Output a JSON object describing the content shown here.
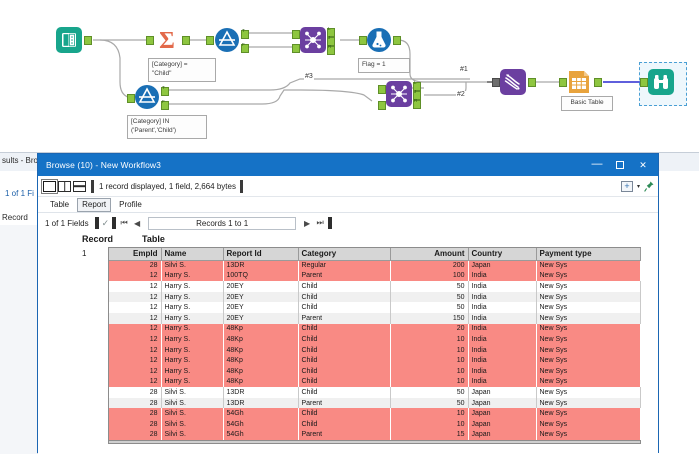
{
  "workflow": {
    "tools": [
      {
        "name": "input-data-tool",
        "icon": "book-icon",
        "label": ""
      },
      {
        "name": "summarize-tool",
        "icon": "sigma-icon",
        "label": ""
      },
      {
        "name": "filter-tool-top",
        "icon": "filter-icon",
        "label": "[Category] =\n\"Child\""
      },
      {
        "name": "join-tool-top",
        "icon": "join-icon",
        "label": ""
      },
      {
        "name": "formula-tool",
        "icon": "flask-icon",
        "label": "Flag = 1"
      },
      {
        "name": "filter-tool-bottom",
        "icon": "filter-icon",
        "label": "[Category] IN\n('Parent','Child')"
      },
      {
        "name": "join-tool-bottom",
        "icon": "join-icon",
        "label": ""
      },
      {
        "name": "union-tool",
        "icon": "union-icon",
        "label": ""
      },
      {
        "name": "table-tool",
        "icon": "table-icon",
        "label": "Basic Table"
      },
      {
        "name": "browse-tool",
        "icon": "binoculars-icon",
        "label": ""
      }
    ],
    "annotations": {
      "filter_top": "[Category] =\n\"Child\"",
      "formula": "Flag = 1",
      "filter_bottom": "[Category] IN\n('Parent','Child')",
      "table": "Basic Table"
    },
    "connection_labels": [
      "#1",
      "#2",
      "#3"
    ],
    "join_ports": [
      "L",
      "J",
      "R"
    ],
    "filter_ports": [
      "T",
      "F"
    ],
    "colors": {
      "input": "#18a58c",
      "summarize": "#e2694a",
      "filter": "#1a6fb5",
      "join": "#6b3fa0",
      "formula": "#1a6fb5",
      "union": "#6b3fa0",
      "table": "#e8a33d",
      "browse": "#18a58c",
      "port": "#8ec640",
      "selection": "#4a9fd4"
    }
  },
  "background_window": {
    "title": "sults - Brow",
    "sub_label": "1 of 1 Fi",
    "record_label": "Record"
  },
  "browse_window": {
    "title": "Browse (10) - New Workflow3",
    "window_buttons": {
      "minimize": "—",
      "maximize": "❐",
      "close": "✕"
    },
    "toolbar": {
      "layout_single": "single-pane-layout",
      "layout_vertical": "vertical-split-layout",
      "layout_horizontal": "horizontal-split-layout",
      "status": "1 record displayed, 1 field, 2,664 bytes",
      "grid_button": "add-grid-button",
      "grid_caret": "▾",
      "pin_button": "pin-icon"
    },
    "tabs": [
      {
        "label": "Table",
        "active": false
      },
      {
        "label": "Report",
        "active": true
      },
      {
        "label": "Profile",
        "active": false
      }
    ],
    "navigation": {
      "field_count": "1 of 1 Fields",
      "check": "✓",
      "first": "❘◀",
      "prev": "◀",
      "record_range": "Records 1 to 1",
      "next": "▶",
      "last": "▶❘"
    },
    "report": {
      "columns": [
        "Record",
        "Table"
      ],
      "record_number": "1"
    }
  },
  "table_data": {
    "type": "table",
    "headers": [
      "Empld",
      "Name",
      "Report Id",
      "Category",
      "Amount",
      "Country",
      "Payment type"
    ],
    "rows": [
      {
        "style": "hl",
        "cells": [
          "28",
          "Silvi S.",
          "13DR",
          "Regular",
          "200",
          "Japan",
          "New Sys"
        ]
      },
      {
        "style": "hl",
        "cells": [
          "12",
          "Harry S.",
          "100TQ",
          "Parent",
          "100",
          "India",
          "New Sys"
        ]
      },
      {
        "style": "white",
        "cells": [
          "12",
          "Harry S.",
          "20EY",
          "Child",
          "50",
          "India",
          "New Sys"
        ]
      },
      {
        "style": "alt",
        "cells": [
          "12",
          "Harry S.",
          "20EY",
          "Child",
          "50",
          "India",
          "New Sys"
        ]
      },
      {
        "style": "white",
        "cells": [
          "12",
          "Harry S.",
          "20EY",
          "Child",
          "50",
          "India",
          "New Sys"
        ]
      },
      {
        "style": "alt",
        "cells": [
          "12",
          "Harry S.",
          "20EY",
          "Parent",
          "150",
          "India",
          "New Sys"
        ]
      },
      {
        "style": "hl",
        "cells": [
          "12",
          "Harry S.",
          "48Kp",
          "Child",
          "20",
          "India",
          "New Sys"
        ]
      },
      {
        "style": "hl",
        "cells": [
          "12",
          "Harry S.",
          "48Kp",
          "Child",
          "10",
          "India",
          "New Sys"
        ]
      },
      {
        "style": "hl",
        "cells": [
          "12",
          "Harry S.",
          "48Kp",
          "Child",
          "10",
          "India",
          "New Sys"
        ]
      },
      {
        "style": "hl",
        "cells": [
          "12",
          "Harry S.",
          "48Kp",
          "Child",
          "10",
          "India",
          "New Sys"
        ]
      },
      {
        "style": "hl",
        "cells": [
          "12",
          "Harry S.",
          "48Kp",
          "Child",
          "10",
          "India",
          "New Sys"
        ]
      },
      {
        "style": "hl",
        "cells": [
          "12",
          "Harry S.",
          "48Kp",
          "Child",
          "10",
          "India",
          "New Sys"
        ]
      },
      {
        "style": "white",
        "cells": [
          "28",
          "Silvi S.",
          "13DR",
          "Child",
          "50",
          "Japan",
          "New Sys"
        ]
      },
      {
        "style": "alt",
        "cells": [
          "28",
          "Silvi S.",
          "13DR",
          "Parent",
          "50",
          "Japan",
          "New Sys"
        ]
      },
      {
        "style": "hl",
        "cells": [
          "28",
          "Silvi S.",
          "54Gh",
          "Child",
          "10",
          "Japan",
          "New Sys"
        ]
      },
      {
        "style": "hl",
        "cells": [
          "28",
          "Silvi S.",
          "54Gh",
          "Child",
          "10",
          "Japan",
          "New Sys"
        ]
      },
      {
        "style": "hl",
        "cells": [
          "28",
          "Silvi S.",
          "54Gh",
          "Parent",
          "15",
          "Japan",
          "New Sys"
        ]
      }
    ],
    "highlight_color": "#f98a84",
    "header_color": "#d6d6d6",
    "alt_row_color": "#f0f0f0"
  }
}
